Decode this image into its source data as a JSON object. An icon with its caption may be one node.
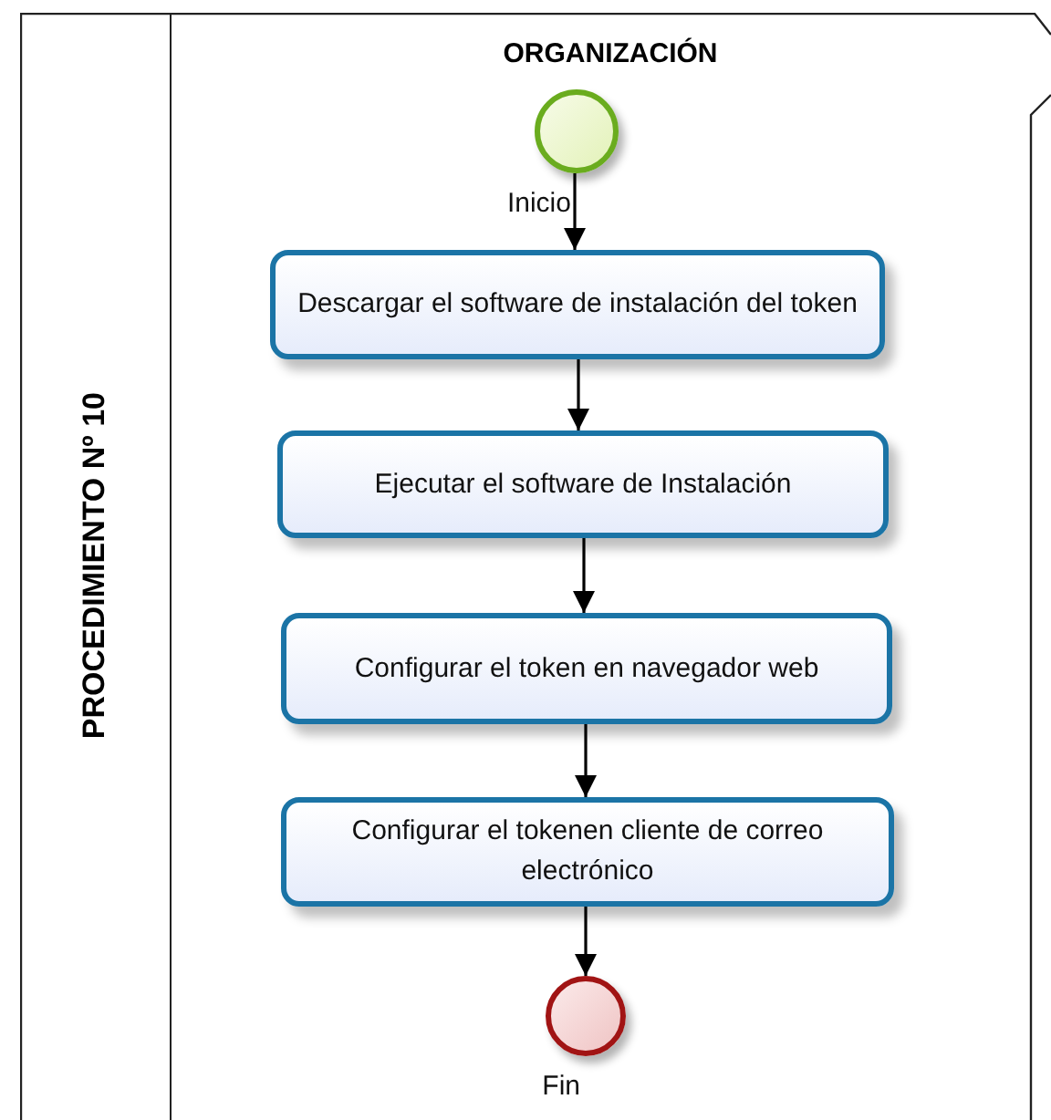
{
  "diagram": {
    "nodes": [
      {
        "text": [
          "PROCEDIMIENTO Nº 10"
        ]
      },
      {
        "text": [
          "ORGANIZACIÓN"
        ],
        "in": 0
      },
      {
        "text": [],
        "shape": "circle",
        "beside": [
          "Inicio"
        ],
        "in": 1
      },
      {
        "text": [
          "Descargar el software de instalación del token"
        ],
        "in": 1
      },
      {
        "text": [
          "Ejecutar el software de Instalación"
        ],
        "in": 1
      },
      {
        "text": [
          "Configurar el token en navegador web"
        ],
        "in": 1
      },
      {
        "text": [
          "Configurar el tokenen cliente de correo electrónico"
        ],
        "in": 1
      },
      {
        "text": [],
        "shape": "circle",
        "beside": [
          "Fin"
        ],
        "in": 1
      }
    ],
    "edges": [
      {
        "from": 2,
        "to": 3,
        "arrow": "to"
      },
      {
        "from": 3,
        "to": 4,
        "arrow": "to"
      },
      {
        "from": 4,
        "to": 5,
        "arrow": "to"
      },
      {
        "from": 5,
        "to": 6,
        "arrow": "to"
      },
      {
        "from": 6,
        "to": 7,
        "arrow": "to"
      }
    ]
  }
}
